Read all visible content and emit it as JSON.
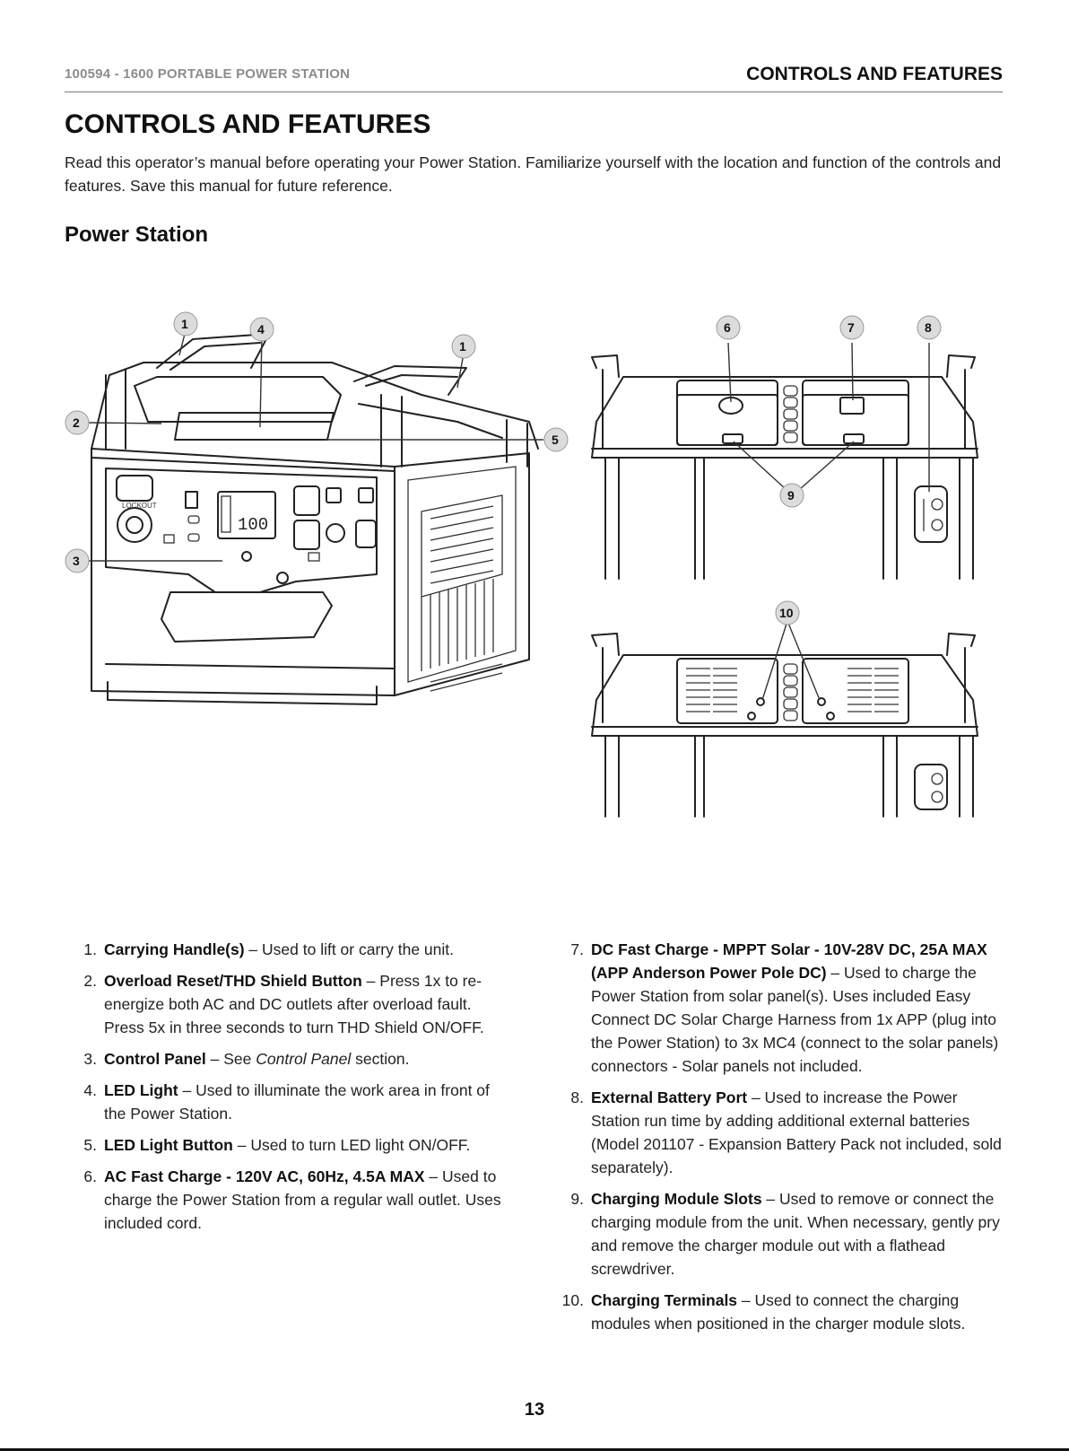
{
  "header": {
    "model_line": "100594 - 1600 PORTABLE POWER STATION",
    "section": "CONTROLS AND FEATURES"
  },
  "page_title": "CONTROLS AND FEATURES",
  "intro": "Read this operator’s manual before operating your Power Station. Familiarize yourself with the location and function of the controls and features. Save this manual for future reference.",
  "section_title": "Power Station",
  "figure": {
    "display_reading": "100",
    "lockout_label": "LOCKOUT",
    "callouts": [
      "1",
      "4",
      "1",
      "2",
      "5",
      "3",
      "6",
      "7",
      "8",
      "9",
      "10"
    ]
  },
  "items_left": [
    {
      "num": "1.",
      "term": "Carrying Handle(s)",
      "text": " – Used to lift or carry the unit."
    },
    {
      "num": "2.",
      "term": "Overload Reset/THD Shield Button",
      "text": " – Press 1x to re-energize both AC and DC outlets after overload fault. Press 5x in three seconds to turn THD Shield ON/OFF."
    },
    {
      "num": "3.",
      "term": "Control Panel",
      "text_before": " – See ",
      "italic": "Control Panel",
      "text_after": " section."
    },
    {
      "num": "4.",
      "term": "LED Light",
      "text": " – Used to illuminate the work area in front of the Power Station."
    },
    {
      "num": "5.",
      "term": "LED Light Button",
      "text": " – Used to turn LED light ON/OFF."
    },
    {
      "num": "6.",
      "term": "AC Fast Charge - 120V AC, 60Hz, 4.5A MAX",
      "text": " – Used to charge the Power Station from a regular wall outlet. Uses included cord."
    }
  ],
  "items_right": [
    {
      "num": "7.",
      "term": "DC Fast Charge - MPPT Solar - 10V-28V DC, 25A MAX (APP Anderson Power Pole DC)",
      "text": " – Used to charge the Power Station from solar panel(s). Uses included Easy Connect DC Solar Charge Harness from 1x APP (plug into the Power Station) to 3x MC4 (connect to the solar panels) connectors - Solar panels not included."
    },
    {
      "num": "8.",
      "term": "External Battery Port",
      "text": " – Used to increase the Power Station run time by adding additional external batteries (Model 201107 - Expansion Battery Pack not included, sold separately)."
    },
    {
      "num": "9.",
      "term": "Charging Module Slots",
      "text": " – Used to remove or connect the charging module from the unit. When necessary, gently pry and remove the charger module out with a flathead screwdriver."
    },
    {
      "num": "10.",
      "term": "Charging Terminals",
      "text": " – Used to connect the charging modules when positioned in the charger module slots."
    }
  ],
  "page_number": "13"
}
